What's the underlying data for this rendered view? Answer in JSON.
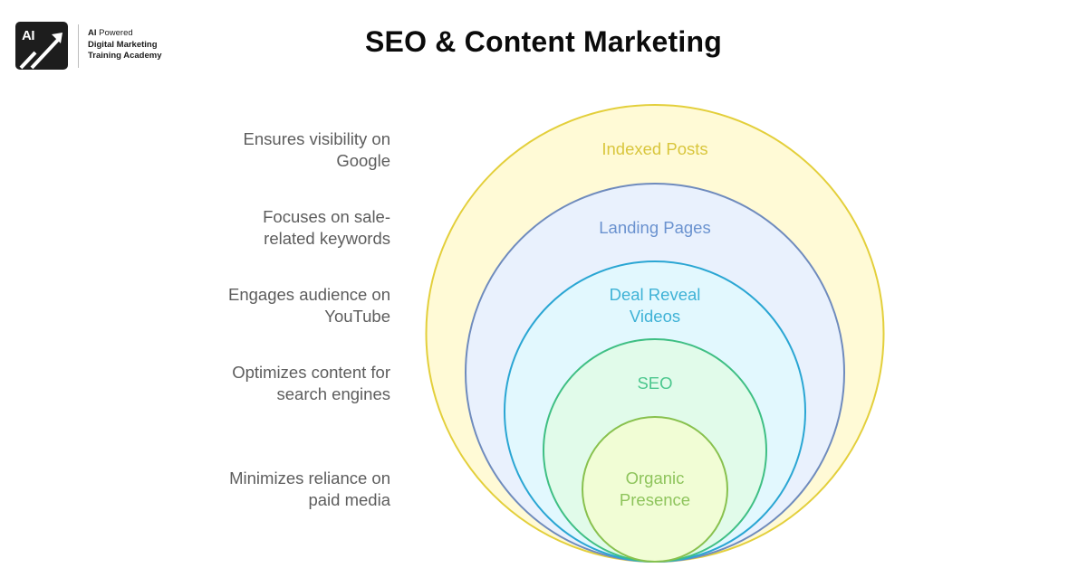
{
  "header": {
    "logo_text": "AI",
    "brand_line1_bold": "AI",
    "brand_line1_rest": " Powered",
    "brand_line2": "Digital Marketing",
    "brand_line3": "Training Academy",
    "title": "SEO & Content Marketing"
  },
  "diagram": {
    "type": "nested-circles",
    "layers": [
      {
        "label": "Indexed Posts",
        "description": "Ensures visibility on Google",
        "desc_line1": "Ensures visibility on",
        "desc_line2": "Google",
        "stroke": "#e3cf3b",
        "fill": "#fffad6",
        "text_color": "#d9c63d"
      },
      {
        "label": "Landing Pages",
        "description": "Focuses on sale-related keywords",
        "desc_line1": "Focuses on sale-",
        "desc_line2": "related keywords",
        "stroke": "#6f8bbd",
        "fill": "#e9f1fd",
        "text_color": "#6a92cf"
      },
      {
        "label_line1": "Deal Reveal",
        "label_line2": "Videos",
        "description": "Engages audience on YouTube",
        "desc_line1": "Engages audience on",
        "desc_line2": "YouTube",
        "stroke": "#2aa6d3",
        "fill": "#e2f8fe",
        "text_color": "#3fb2d6"
      },
      {
        "label": "SEO",
        "description": "Optimizes content for search engines",
        "desc_line1": "Optimizes content for",
        "desc_line2": "search engines",
        "stroke": "#3fbf84",
        "fill": "#e1fbea",
        "text_color": "#4cc78e"
      },
      {
        "label_line1": "Organic",
        "label_line2": "Presence",
        "description": "Minimizes reliance on paid media",
        "desc_line1": "Minimizes reliance on",
        "desc_line2": "paid media",
        "stroke": "#88c14e",
        "fill": "#f1fdd5",
        "text_color": "#8ec45c"
      }
    ]
  }
}
